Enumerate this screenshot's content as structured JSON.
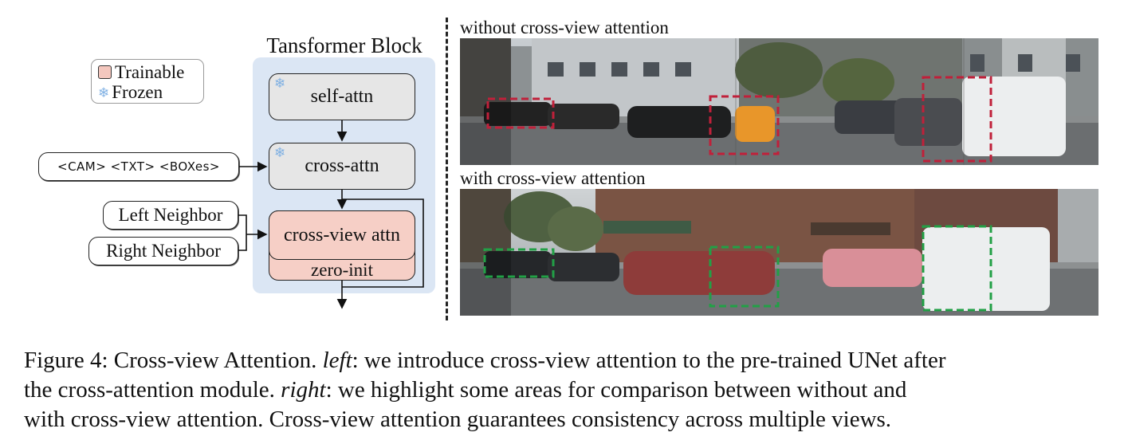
{
  "legend": {
    "trainable": "Trainable",
    "frozen": "Frozen"
  },
  "block": {
    "title": "Tansformer Block",
    "self_attn": "self-attn",
    "cross_attn": "cross-attn",
    "cross_view_attn": "cross-view attn",
    "zero_init": "zero-init"
  },
  "inputs": {
    "conditions": "<CAM> <TXT> <BOXes>",
    "left_neighbor": "Left Neighbor",
    "right_neighbor": "Right Neighbor"
  },
  "panels": {
    "top_label": "without cross-view attention",
    "bottom_label": "with cross-view attention"
  },
  "caption": {
    "lead": "Figure 4: Cross-view Attention. ",
    "left_word": "left",
    "left_text": ": we introduce cross-view attention to the pre-trained UNet after",
    "line2_a": "the cross-attention module. ",
    "right_word": "right",
    "line2_b": ": we highlight some areas for comparison between without and",
    "line3": "with cross-view attention. Cross-view attention guarantees consistency across multiple views."
  },
  "colors": {
    "trainable": "#f6cfc6",
    "frozen_box": "#e6e6e6",
    "block_bg": "#dbe6f4",
    "highlight_without": "#c0203a",
    "highlight_with": "#22a046"
  }
}
